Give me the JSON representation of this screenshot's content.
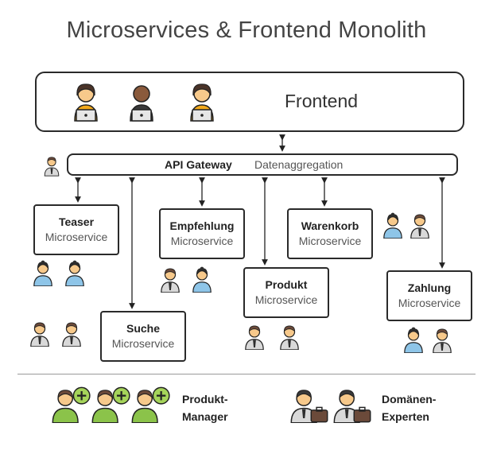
{
  "title": "Microservices & Frontend Monolith",
  "frontend": {
    "label": "Frontend"
  },
  "gateway": {
    "label": "API Gateway",
    "sublabel": "Datenaggregation"
  },
  "services": [
    {
      "name": "Teaser",
      "type": "Microservice"
    },
    {
      "name": "Empfehlung",
      "type": "Microservice"
    },
    {
      "name": "Warenkorb",
      "type": "Microservice"
    },
    {
      "name": "Suche",
      "type": "Microservice"
    },
    {
      "name": "Produkt",
      "type": "Microservice"
    },
    {
      "name": "Zahlung",
      "type": "Microservice"
    }
  ],
  "legend": {
    "product_manager": {
      "line1": "Produkt-",
      "line2": "Manager"
    },
    "domain_expert": {
      "line1": "Domänen-",
      "line2": "Experten"
    }
  },
  "colors": {
    "border": "#2a2a2a",
    "green": "#8bc34a",
    "blue": "#8ec5e8",
    "dark": "#3a3a3a",
    "skin": "#f7c98b",
    "brown_case": "#6b4a3a"
  }
}
